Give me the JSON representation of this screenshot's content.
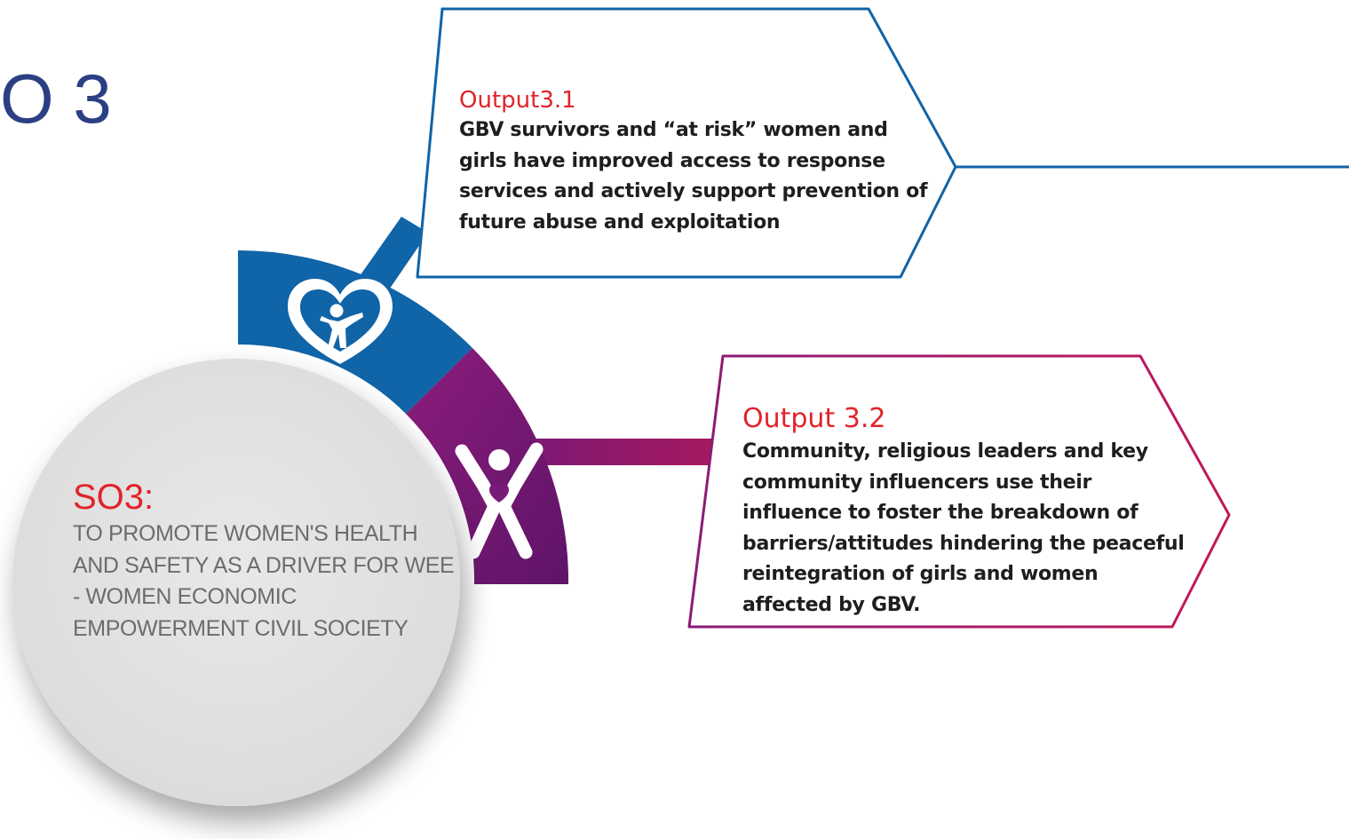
{
  "heading": "O 3",
  "strategic_objective": {
    "label": "SO3:",
    "text": "TO PROMOTE WOMEN'S HEALTH AND SAFETY AS A DRIVER FOR WEE - WOMEN ECONOMIC EMPOWERMENT CIVIL SOCIETY"
  },
  "outputs": [
    {
      "title": "Output3.1",
      "text": "GBV survivors and “at risk” women and girls have improved access to response services and actively support prevention of future abuse and exploitation",
      "icon": "heart-person-icon"
    },
    {
      "title": "Output 3.2",
      "text": "Community, religious leaders and key community influencers use their influence to foster the breakdown of barriers/attitudes hindering the peaceful reintegration of girls and women affected by GBV.",
      "icon": "person-arms-up-icon"
    }
  ],
  "colors": {
    "heading": "#2c3f83",
    "accent_red": "#e2232a",
    "blue": "#1064a8",
    "purple": "#7a1a78",
    "magenta": "#b5195b",
    "circle_grey": "#e3e3e3",
    "body_text": "#1e1e1e",
    "so_text": "#6c6c6c"
  }
}
